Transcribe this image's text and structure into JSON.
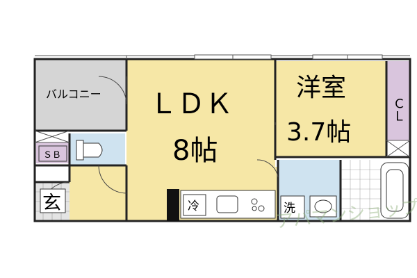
{
  "rooms": {
    "balcony": "バルコニー",
    "ldk": {
      "name": "ＬＤＫ",
      "size": "8帖"
    },
    "western": {
      "name": "洋室",
      "size": "3.7帖"
    },
    "closet": "ＣＬ",
    "storage": "ＳＢ",
    "entrance": "玄",
    "fridge": "冷",
    "washer": "洗"
  },
  "watermark": "アパマンショップ",
  "colors": {
    "ldk_fill": "#f6e7a6",
    "western_fill": "#f6e7a6",
    "balcony_fill": "#d5d5d5",
    "closet_fill": "#d9c5dd",
    "wet_fill": "#cfe3f0",
    "wall": "#222222"
  }
}
